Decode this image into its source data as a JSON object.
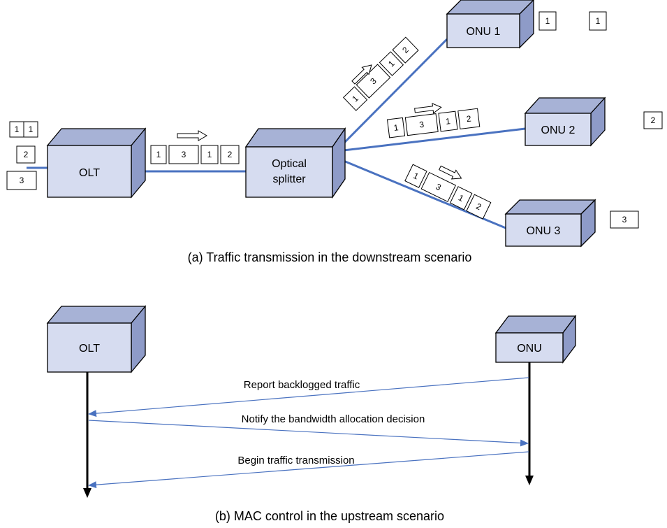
{
  "part_a": {
    "caption": "(a) Traffic transmission in the downstream scenario",
    "olt_label": "OLT",
    "splitter_label_line1": "Optical",
    "splitter_label_line2": "splitter",
    "onu1_label": "ONU 1",
    "onu2_label": "ONU 2",
    "onu3_label": "ONU 3",
    "olt_queue": [
      "1",
      "1",
      "2",
      "3"
    ],
    "trunk_packets": [
      "1",
      "3",
      "1",
      "2"
    ],
    "branch1_packets": [
      "1",
      "3",
      "1",
      "2"
    ],
    "branch2_packets": [
      "1",
      "3",
      "1",
      "2"
    ],
    "branch3_packets": [
      "1",
      "3",
      "1",
      "2"
    ],
    "onu1_received": [
      "1",
      "1"
    ],
    "onu2_received": [
      "2"
    ],
    "onu3_received": [
      "3"
    ]
  },
  "part_b": {
    "caption": "(b) MAC control in the upstream scenario",
    "olt_label": "OLT",
    "onu_label": "ONU",
    "messages": [
      "Report backlogged traffic",
      "Notify the bandwidth allocation decision",
      "Begin traffic transmission"
    ]
  }
}
